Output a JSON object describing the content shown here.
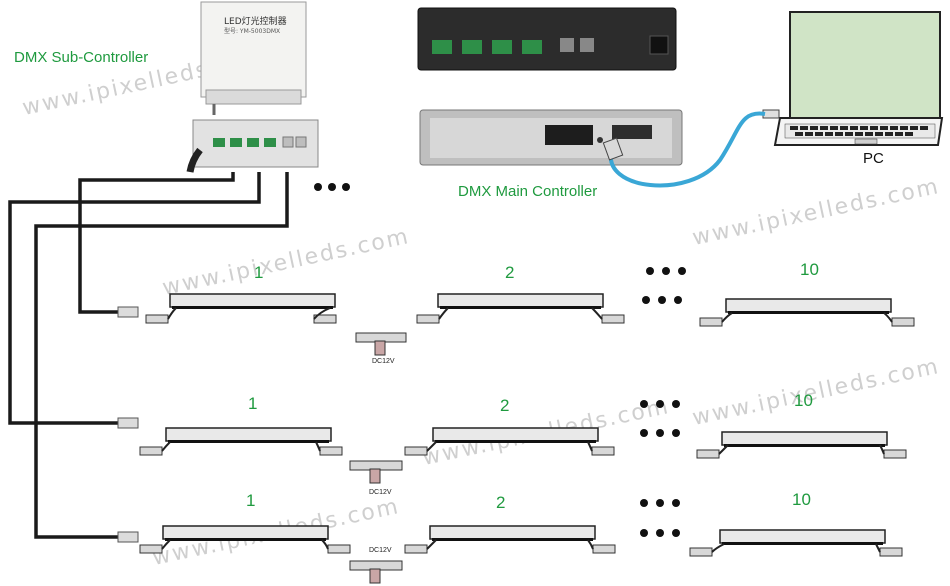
{
  "labels": {
    "sub_controller": "DMX Sub-Controller",
    "main_controller": "DMX Main Controller",
    "pc": "PC",
    "dc12v": "DC12V"
  },
  "rows": [
    {
      "bars": [
        "1",
        "2",
        "10"
      ]
    },
    {
      "bars": [
        "1",
        "2",
        "10"
      ]
    },
    {
      "bars": [
        "1",
        "2",
        "10"
      ]
    }
  ],
  "device_text": {
    "sub_controller_box_title": "LED灯光控制器",
    "sub_controller_box_sub": "型号: YM-5003DMX"
  },
  "watermark": "www.ipixelleds.com",
  "colors": {
    "label_green": "#1f9a3f",
    "usb_cable": "#3aa7d6",
    "cable_black": "#1a1a1a",
    "watermark_gray": "#cfcfcf"
  }
}
